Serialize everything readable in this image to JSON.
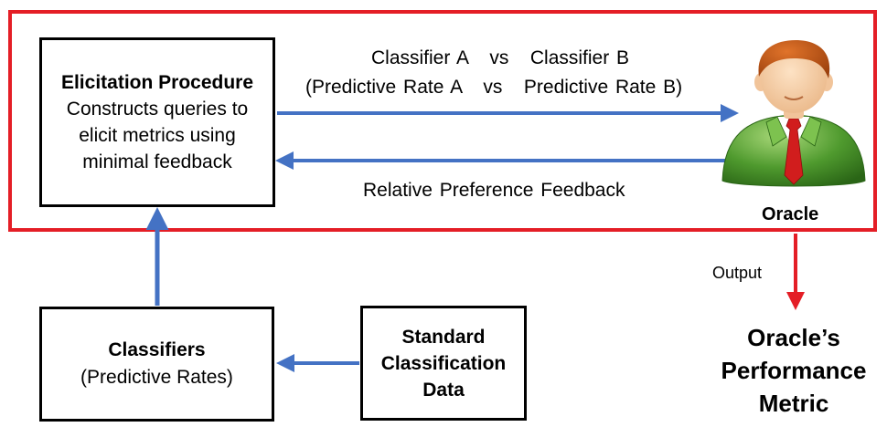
{
  "elicitation": {
    "title": "Elicitation Procedure",
    "line1": "Constructs queries to",
    "line2": "elicit metrics using",
    "line3": "minimal feedback"
  },
  "comparison": {
    "line1": "Classifier A   vs   Classifier B",
    "line2": "(Predictive Rate A   vs   Predictive Rate B)"
  },
  "feedback": "Relative Preference Feedback",
  "oracle": "Oracle",
  "output": "Output",
  "metric": {
    "line1": "Oracle’s",
    "line2": "Performance",
    "line3": "Metric"
  },
  "classifiers": {
    "title": "Classifiers",
    "subtitle": "(Predictive Rates)"
  },
  "standard_data": {
    "line1": "Standard",
    "line2": "Classification",
    "line3": "Data"
  },
  "colors": {
    "frame": "#e41e26",
    "arrow_blue": "#4472c4",
    "arrow_red": "#e41e26"
  },
  "icons": [
    "oracle-person-icon"
  ]
}
